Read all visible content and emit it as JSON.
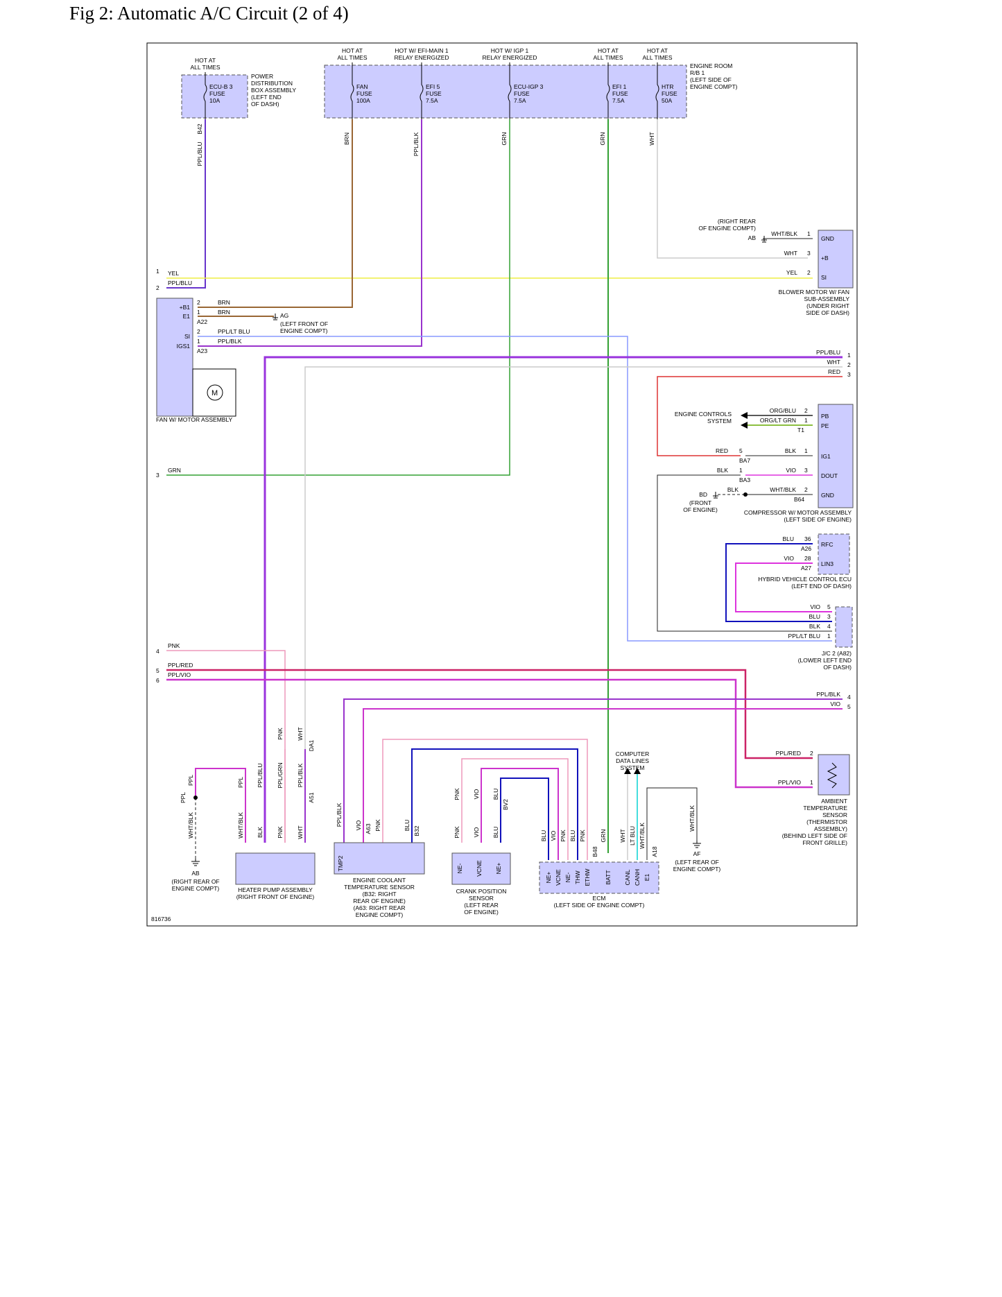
{
  "title": "Fig 2: Automatic A/C Circuit (2 of 4)",
  "figure_id": "816736",
  "colors": {
    "component_fill": "#ccccff",
    "PPL_BLU": "#6633cc",
    "BRN": "#996633",
    "PPL_BLK": "#9933cc",
    "GRN": "#33a033",
    "WHT": "#bbbbbb",
    "YEL": "#eeee44",
    "PPL_LT_BLU": "#8899ff",
    "RED": "#dd3333",
    "BLK": "#222222",
    "VIO": "#dd33dd",
    "BLU": "#1111bb",
    "PNK": "#ee99bb",
    "PPL_RED": "#cc2266",
    "PPL_VIO": "#cc33cc",
    "LT_BLU": "#44dddd",
    "ORG_LT_GRN": "#66aa00",
    "PPL": "#aa33cc"
  },
  "fuse_labels": [
    {
      "hot": "HOT AT|ALL TIMES",
      "fuse": "ECU-B 3|FUSE|10A"
    },
    {
      "hot": "HOT AT|ALL TIMES",
      "fuse": "FAN|FUSE|100A"
    },
    {
      "hot": "HOT W/ EFI-MAIN 1|RELAY ENERGIZED",
      "fuse": "EFI 5|FUSE|7.5A"
    },
    {
      "hot": "HOT W/ IGP 1|RELAY ENERGIZED",
      "fuse": "ECU-IGP 3|FUSE|7.5A"
    },
    {
      "hot": "HOT AT|ALL TIMES",
      "fuse": "EFI 1|FUSE|7.5A"
    },
    {
      "hot": "HOT AT|ALL TIMES",
      "fuse": "HTR|FUSE|50A"
    }
  ],
  "boxes": {
    "power_dist": "POWER|DISTRIBUTION|BOX ASSEMBLY|(LEFT END|OF DASH)",
    "engine_room_rb": "ENGINE ROOM|R/B 1|(LEFT SIDE OF|ENGINE COMPT)"
  },
  "components": {
    "fan_motor": "FAN W/ MOTOR ASSEMBLY",
    "blower_motor": "BLOWER MOTOR W/ FAN|SUB-ASSEMBLY|(UNDER RIGHT|SIDE OF DASH)",
    "compressor": "COMPRESSOR W/ MOTOR ASSEMBLY|(LEFT SIDE OF ENGINE)",
    "hybrid_ecu": "HYBRID VEHICLE CONTROL ECU|(LEFT END OF DASH)",
    "jc2": "J/C 2 (A82)|(LOWER LEFT END|OF DASH)",
    "ambient_sensor": "AMBIENT|TEMPERATURE|SENSOR|(THERMISTOR|ASSEMBLY)|(BEHIND LEFT SIDE OF|FRONT GRILLE)",
    "heater_pump": "HEATER PUMP ASSEMBLY|(RIGHT FRONT OF ENGINE)",
    "coolant_sensor": "ENGINE COOLANT|TEMPERATURE SENSOR|(B32: RIGHT|REAR OF ENGINE)|(A63: RIGHT REAR|ENGINE COMPT)",
    "crank_sensor": "CRANK POSITION|SENSOR|(LEFT REAR|OF ENGINE)",
    "ecm": "ECM|(LEFT SIDE OF ENGINE COMPT)",
    "engine_controls": "ENGINE CONTROLS|SYSTEM",
    "computer_data": "COMPUTER|DATA LINES|SYSTEM"
  },
  "grounds": {
    "ab_top": "(RIGHT REAR|OF ENGINE COMPT)",
    "ag": "(LEFT FRONT OF|ENGINE COMPT)",
    "bd": "(FRONT|OF ENGINE)",
    "ab_bottom": "(RIGHT REAR OF|ENGINE COMPT)",
    "af": "(LEFT REAR OF|ENGINE COMPT)",
    "ab_name": "AB",
    "ag_name": "AG",
    "bd_name": "BD",
    "af_name": "AF"
  },
  "pins": {
    "fan": [
      "+B1",
      "E1",
      "SI",
      "IGS1"
    ],
    "blower": [
      "GND",
      "+B",
      "SI"
    ],
    "compressor": [
      "PB",
      "PE",
      "IG1",
      "DOUT",
      "GND"
    ],
    "hybrid": [
      "RFC",
      "LIN3"
    ],
    "coolant": [
      "TMP2"
    ],
    "crank": [
      "NE-",
      "VCNE",
      "NE+"
    ],
    "ecm": [
      "NE+",
      "VCNE",
      "NE-",
      "THW",
      "ETHW",
      "BATT",
      "CANL",
      "CANH",
      "E1"
    ]
  },
  "connectors": {
    "b42": "B42",
    "a22": "A22",
    "a23": "A23",
    "t1": "T1",
    "ba7": "BA7",
    "ba3": "BA3",
    "b64": "B64",
    "a26": "A26",
    "a27": "A27",
    "da1": "DA1",
    "a51": "A51",
    "a63": "A63",
    "b32": "B32",
    "bv2": "BV2",
    "b48": "B48",
    "a18": "A18"
  }
}
